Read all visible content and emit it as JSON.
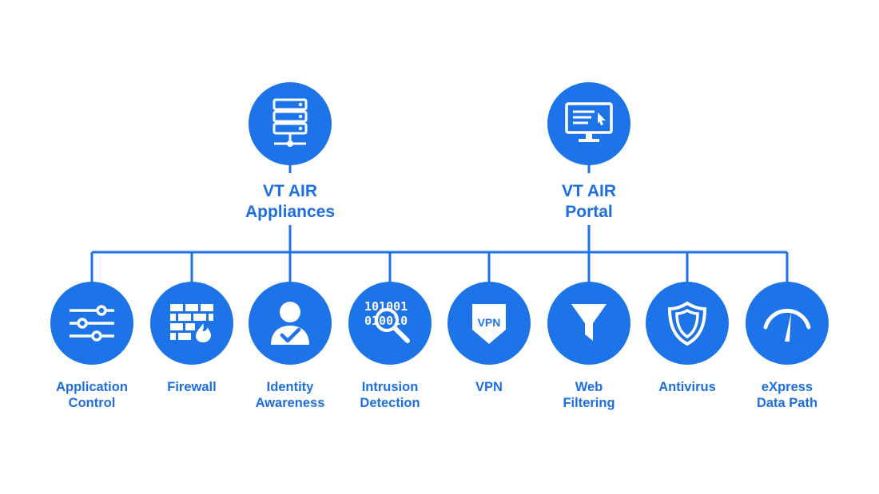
{
  "colors": {
    "accent": "#1d73e8",
    "text": "#1d6fe0",
    "line": "#1d73e8"
  },
  "top_nodes": [
    {
      "icon": "server-rack-icon",
      "line1": "VT AIR",
      "line2": "Appliances"
    },
    {
      "icon": "monitor-icon",
      "line1": "VT AIR",
      "line2": "Portal"
    }
  ],
  "features": [
    {
      "icon": "sliders-icon",
      "line1": "Application",
      "line2": "Control"
    },
    {
      "icon": "brick-wall-fire-icon",
      "line1": "Firewall",
      "line2": ""
    },
    {
      "icon": "user-check-icon",
      "line1": "Identity",
      "line2": "Awareness"
    },
    {
      "icon": "binary-search-icon",
      "line1": "Intrusion",
      "line2": "Detection",
      "binary_row1": "101001",
      "binary_row2": "010010"
    },
    {
      "icon": "vpn-shield-icon",
      "line1": "VPN",
      "line2": "",
      "badge": "VPN"
    },
    {
      "icon": "funnel-icon",
      "line1": "Web",
      "line2": "Filtering"
    },
    {
      "icon": "shield-icon",
      "line1": "Antivirus",
      "line2": ""
    },
    {
      "icon": "gauge-icon",
      "line1": "eXpress",
      "line2": "Data Path"
    }
  ]
}
